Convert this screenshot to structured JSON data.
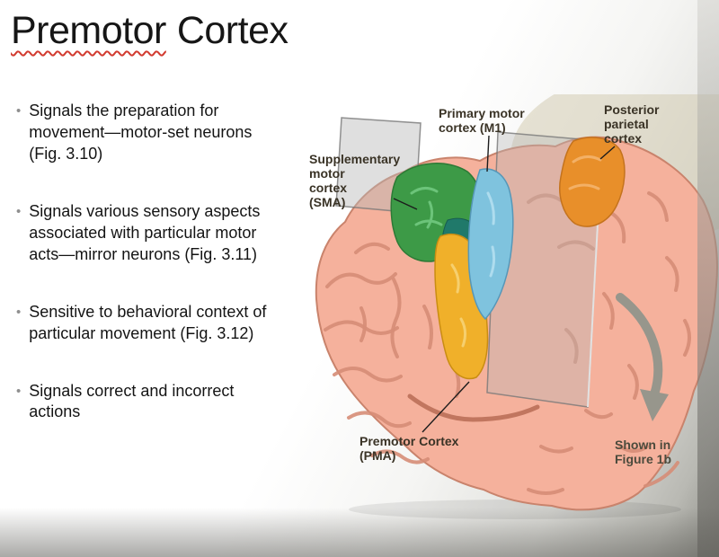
{
  "slide": {
    "title": {
      "word": "Premotor",
      "rest": "Cortex"
    },
    "bullet_char": "•",
    "bullets": [
      "Signals the preparation for movement—motor-set neurons (Fig. 3.10)",
      "Signals various sensory aspects associated with particular motor acts—mirror neurons  (Fig. 3.11)",
      "Sensitive to behavioral context of particular movement (Fig. 3.12)",
      "Signals correct and incorrect actions"
    ]
  },
  "figure": {
    "labels": {
      "sma": "Supplementary\nmotor\ncortex\n(SMA)",
      "m1": "Primary motor\ncortex (M1)",
      "parietal": "Posterior\nparietal\ncortex",
      "pma": "Premotor Cortex\n(PMA)",
      "shown_in": "Shown in\nFigure 1b"
    },
    "colors": {
      "brain_pink": "#f5b19c",
      "gyri_line": "#d68d77",
      "sma_green": "#3d9a47",
      "m1_blue": "#7fc3de",
      "premotor_yellow": "#f0b02a",
      "parietal_orange": "#e88f2a",
      "plane_gray": "#bdbdbd",
      "arrow_gray": "#97968c"
    }
  }
}
